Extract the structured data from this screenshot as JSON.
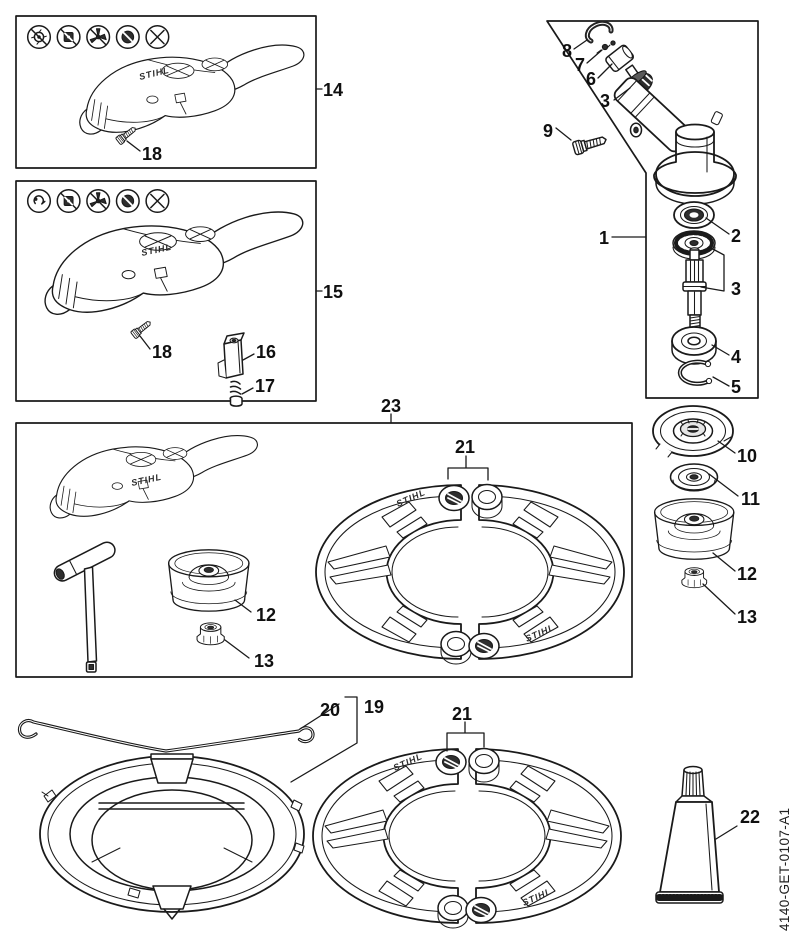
{
  "document": {
    "part_reference": "4140-GET-0107-A1"
  },
  "brand": "STIHL",
  "colors": {
    "ink": "#1a1a1a",
    "paper": "#ffffff",
    "shade": "#2e2e2e"
  },
  "callouts": {
    "c1": "1",
    "c2": "2",
    "c3a": "3",
    "c3b": "3",
    "c4": "4",
    "c5": "5",
    "c6": "6",
    "c7": "7",
    "c8": "8",
    "c9": "9",
    "c10": "10",
    "c11": "11",
    "c12a": "12",
    "c12b": "12",
    "c13a": "13",
    "c13b": "13",
    "c14": "14",
    "c15": "15",
    "c16": "16",
    "c17": "17",
    "c18a": "18",
    "c18b": "18",
    "c19": "19",
    "c20": "20",
    "c21a": "21",
    "c21b": "21",
    "c22": "22",
    "c23": "23"
  },
  "warning_icons": {
    "panel_top": [
      "no-toothed-blade-icon",
      "no-square-blade-icon",
      "no-brush-knife-icon",
      "no-saw-blade-icon",
      "no-crossed-blades-icon"
    ],
    "panel_middle": [
      "no-line-head-icon",
      "no-square-blade-icon",
      "no-brush-knife-icon",
      "no-saw-blade-icon",
      "no-crossed-blades-icon"
    ]
  }
}
